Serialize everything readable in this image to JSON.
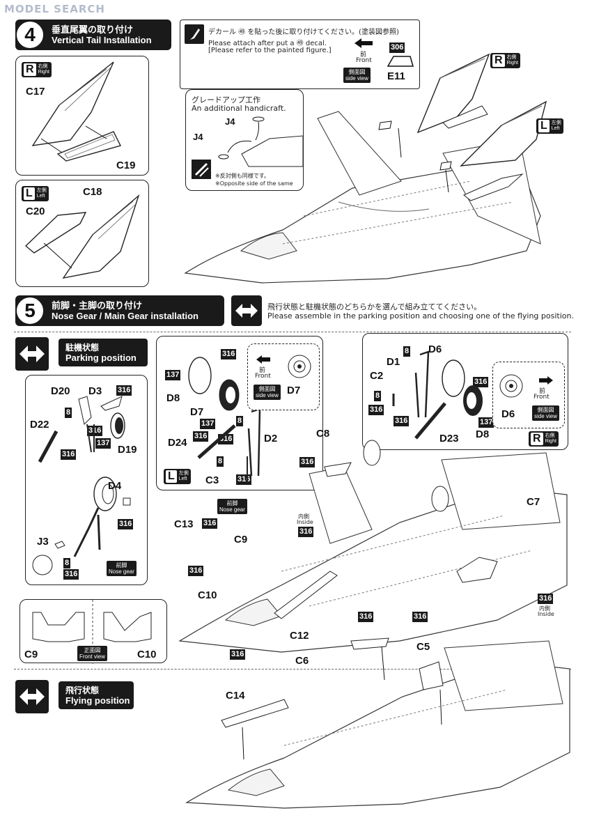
{
  "watermark": "MODEL SEARCH",
  "step4": {
    "number": "4",
    "title_jp": "垂直尾翼の取り付け",
    "title_en": "Vertical Tail Installation",
    "decal_note_jp": "デカール ㊾ を貼った後に取り付けてください。(塗装図参照)",
    "decal_note_en1": "Please attach after put a ㊾ decal.",
    "decal_note_en2": "[Please refer to the painted figure.]",
    "front_jp": "前",
    "front_en": "Front",
    "side_view_jp": "側面図",
    "side_view_en": "side view",
    "part_e11_color": "306",
    "part_e11": "E11",
    "handicraft_jp": "グレードアップ工作",
    "handicraft_en": "An additional handicraft.",
    "opposite_jp": "※反対側も同様です。",
    "opposite_en": "※Opposite side of the same",
    "parts": {
      "c17": "C17",
      "c18": "C18",
      "c19": "C19",
      "c20": "C20",
      "j4a": "J4",
      "j4b": "J4"
    },
    "right_big": "R",
    "right_jp": "右側",
    "right_en": "Right",
    "left_big": "L",
    "left_jp": "左側",
    "left_en": "Left"
  },
  "step5": {
    "number": "5",
    "title_jp": "前脚・主脚の取り付け",
    "title_en": "Nose Gear / Main Gear installation",
    "choose_jp": "飛行状態と駐機状態のどちらかを選んで組み立ててください。",
    "choose_en": "Please assemble in the parking position and choosing one of the flying position.",
    "parking_jp": "駐機状態",
    "parking_en": "Parking position",
    "flying_jp": "飛行状態",
    "flying_en": "Flying position",
    "nose_gear_jp": "前脚",
    "nose_gear_en": "Nose gear",
    "inside_jp": "内側",
    "inside_en": "Inside",
    "front_view_jp": "正面図",
    "front_view_en": "Front view",
    "front_jp": "前",
    "front_en": "Front",
    "side_view_jp": "側面図",
    "side_view_en": "side view",
    "colors": {
      "c316": "316",
      "c8": "8",
      "c137": "137"
    },
    "parts": {
      "d20": "D20",
      "d3": "D3",
      "d22": "D22",
      "d19": "D19",
      "d4": "D4",
      "j3": "J3",
      "d8a": "D8",
      "d7a": "D7",
      "d7b": "D7",
      "d24": "D24",
      "d2": "D2",
      "c3": "C3",
      "d1": "D1",
      "d6a": "D6",
      "d6b": "D6",
      "c2": "C2",
      "d23": "D23",
      "d8b": "D8",
      "c8": "C8",
      "c7": "C7",
      "c13": "C13",
      "c9a": "C9",
      "c9b": "C9",
      "c10a": "C10",
      "c10b": "C10",
      "c12": "C12",
      "c6": "C6",
      "c5": "C5",
      "c14": "C14"
    },
    "left_big": "L",
    "left_jp": "左側",
    "left_en": "Left",
    "right_big": "R",
    "right_jp": "右側",
    "right_en": "Right"
  }
}
